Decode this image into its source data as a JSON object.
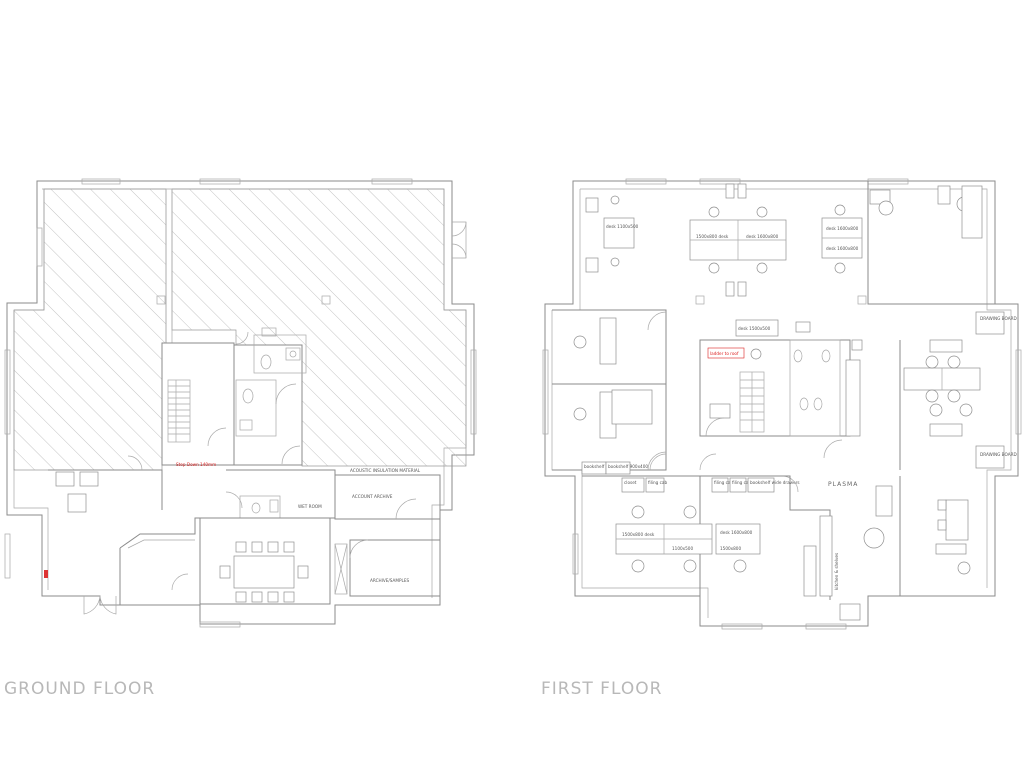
{
  "ground_floor": {
    "title": "GROUND FLOOR",
    "labels": {
      "step_down": "Step Down 140mm",
      "acoustic": "ACOUSTIC INSULATION MATERIAL",
      "account_archive": "ACCOUNT ARCHIVE",
      "archive_samples": "ARCHIVE/SAMPLES",
      "wet_room": "WET ROOM"
    }
  },
  "first_floor": {
    "title": "FIRST FLOOR",
    "labels": {
      "desk_1": "desk 1100x500",
      "desk_2": "1500x800 desk",
      "desk_3": "desk 1600x800",
      "desk_4": "desk 1600x800",
      "desk_5": "desk 1600x800",
      "desk_6": "desk 1500x500",
      "ladder": "ladder to roof",
      "desk_7": "1500x800 desk",
      "desk_8": "1100x500",
      "desk_9": "1500x800",
      "desk_10": "desk 1600x800",
      "bookshelf_1": "bookshelf 790x400",
      "bookshelf_2": "bookshelf 900x400",
      "cabinet_1": "closet",
      "filing_1": "filing cab",
      "filing_2": "filing cab",
      "filing_3": "filing cab",
      "bookshelf_3": "bookshelf wide drawers",
      "plasma": "PLASMA",
      "drawing_board_1": "DRAWING BOARD",
      "drawing_board_2": "DRAWING BOARD",
      "kitchen": "kitchen & shelves"
    }
  }
}
